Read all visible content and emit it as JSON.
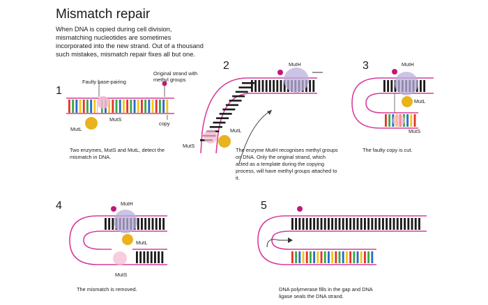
{
  "title": "Mismatch repair",
  "intro": "When DNA is copied during cell division, mismatching nucleotides are sometimes incorporated into the new strand. Out of a thousand such mistakes, mismatch repair fixes all but one.",
  "colors": {
    "strand": "#d63c9a",
    "rung": "#1a1a1a",
    "mutS": "#f5b8cf",
    "mutL": "#e8b31d",
    "mutH": "#b9b0db",
    "methyl": "#c2187a",
    "base_red": "#e2352b",
    "base_green": "#3aa845",
    "base_blue": "#2b6bc7",
    "base_yellow": "#f3c51b"
  },
  "steps": [
    {
      "number": "1",
      "labels": {
        "faulty": "Faulty base-pairing",
        "original": "Original strand with methyl groups",
        "copy": "copy",
        "muts": "MutS",
        "mutl": "MutL"
      },
      "caption": "Two enzymes, MutS and MutL, detect the mismatch in DNA."
    },
    {
      "number": "2",
      "labels": {
        "muth": "MutH",
        "mutl": "MutL",
        "muts": "MutS"
      },
      "caption": "The enzyme MutH recognises methyl groups on DNA. Only the original strand, which acted as a template during the copying process, will have methyl groups attached to it."
    },
    {
      "number": "3",
      "labels": {
        "muth": "MutH",
        "mutl": "MutL",
        "muts": "MutS"
      },
      "caption": "The faulty copy is cut."
    },
    {
      "number": "4",
      "labels": {
        "muth": "MutH",
        "mutl": "MutL",
        "muts": "MutS"
      },
      "caption": "The mismatch is removed."
    },
    {
      "number": "5",
      "labels": {},
      "caption": "DNA polymerase fills in the gap and DNA ligase seals the DNA strand."
    }
  ]
}
